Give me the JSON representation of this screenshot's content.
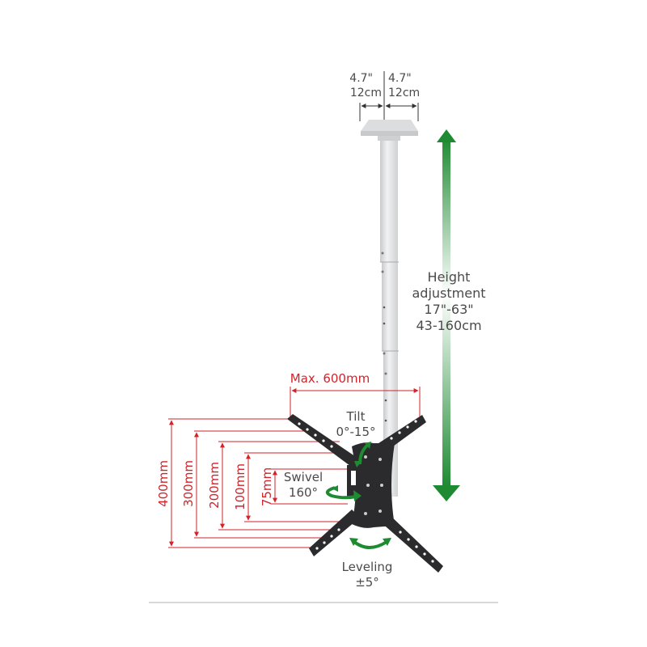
{
  "diagram": {
    "subject": "Ceiling TV mount with telescopic pole",
    "colors": {
      "dimension_red": "#d2232a",
      "arrow_green": "#1e8a32",
      "label_gray": "#4a4a4a",
      "pole_gray": "#e2e3e5",
      "bracket_black": "#2b2b2d",
      "divider": "#cccccc"
    },
    "ceiling_plate": {
      "left_in": "4.7\"",
      "left_cm": "12cm",
      "right_in": "4.7\"",
      "right_cm": "12cm"
    },
    "height_adjustment": {
      "line1": "Height",
      "line2": "adjustment",
      "line3": "17\"-63\"",
      "line4": "43-160cm"
    },
    "max_width": {
      "label": "Max. 600mm"
    },
    "tilt": {
      "line1": "Tilt",
      "line2": "0°-15°"
    },
    "swivel": {
      "line1": "Swivel",
      "line2": "160°"
    },
    "leveling": {
      "line1": "Leveling",
      "line2": "±5°"
    },
    "vesa_heights": [
      {
        "label": "400mm"
      },
      {
        "label": "300mm"
      },
      {
        "label": "200mm"
      },
      {
        "label": "100mm"
      },
      {
        "label": "75mm"
      }
    ]
  }
}
